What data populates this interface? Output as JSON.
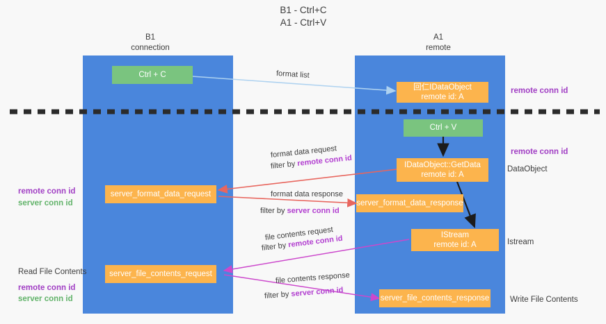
{
  "title": {
    "line1": "B1 - Ctrl+C",
    "line2": "A1 - Ctrl+V"
  },
  "columns": [
    {
      "name": "B1",
      "role": "connection"
    },
    {
      "name": "A1",
      "role": "remote"
    }
  ],
  "nodes": {
    "ctrl_c": "Ctrl + C",
    "ctrl_v": "Ctrl + V",
    "idataobject": "IDataObject",
    "idataobject_tofu": "回仁",
    "idataobject_sub": "remote id: A",
    "getdata": "IDataObject::GetData",
    "getdata_sub": "remote id: A",
    "istream": "IStream",
    "istream_sub": "remote id: A",
    "server_format_data_request": "server_format_data_request",
    "server_format_data_response": "server_format_data_response",
    "server_file_contents_request": "server_file_contents_request",
    "server_file_contents_response": "server_file_contents_response"
  },
  "edges": {
    "format_list": "format list",
    "format_data_request": "format data request",
    "format_data_request_filter_prefix": "filter by ",
    "format_data_request_filter_key": "remote conn id",
    "format_data_response": "format data response",
    "format_data_response_filter_prefix": "filter by ",
    "format_data_response_filter_key": "server conn id",
    "file_contents_request": "file contents request",
    "file_contents_request_filter_prefix": "filter by ",
    "file_contents_request_filter_key": "remote conn id",
    "file_contents_response": "file contents response",
    "file_contents_response_filter_prefix": "filter by ",
    "file_contents_response_filter_key": "server conn id"
  },
  "annotations": {
    "left_mid_remote": "remote conn id",
    "left_mid_server": "server conn id",
    "left_bottom_title": "Read File Contents",
    "left_bottom_remote": "remote conn id",
    "left_bottom_server": "server conn id",
    "right_top_remote": "remote conn id",
    "right_mid_remote": "remote conn id",
    "right_dataobject": "DataObject",
    "right_istream": "Istream",
    "right_write_file": "Write File Contents"
  },
  "colors": {
    "lane": "#4a86dc",
    "green": "#7ac47f",
    "orange": "#fcb44d",
    "red_arrow": "#e8665e",
    "magenta_arrow": "#cc48cc",
    "blue_arrow": "#aed2f0",
    "black_arrow": "#1c1c1c",
    "purple_text": "#a13fc4",
    "green_text": "#62b36a",
    "background": "#f8f8f8"
  }
}
